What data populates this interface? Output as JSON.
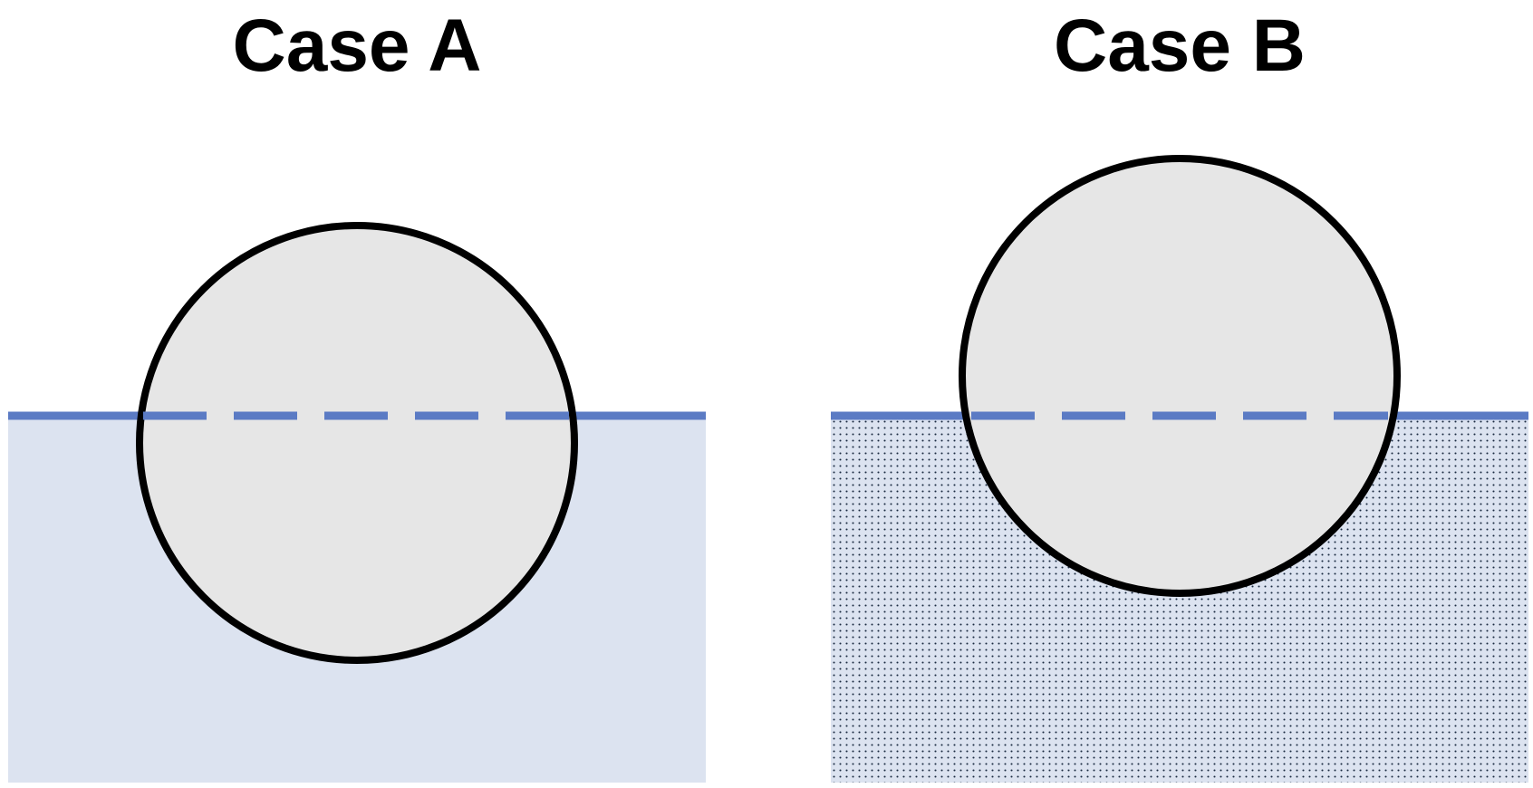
{
  "panels": [
    {
      "id": "case-a",
      "title": "Case A"
    },
    {
      "id": "case-b",
      "title": "Case B"
    }
  ],
  "colors": {
    "background": "#ffffff",
    "liquid_fill": "#dce3f0",
    "surface_line": "#5b7bc4",
    "circle_fill": "#e6e6e6",
    "circle_stroke": "#000000",
    "dot_pattern": "#1a2a40",
    "title_text": "#000000"
  }
}
